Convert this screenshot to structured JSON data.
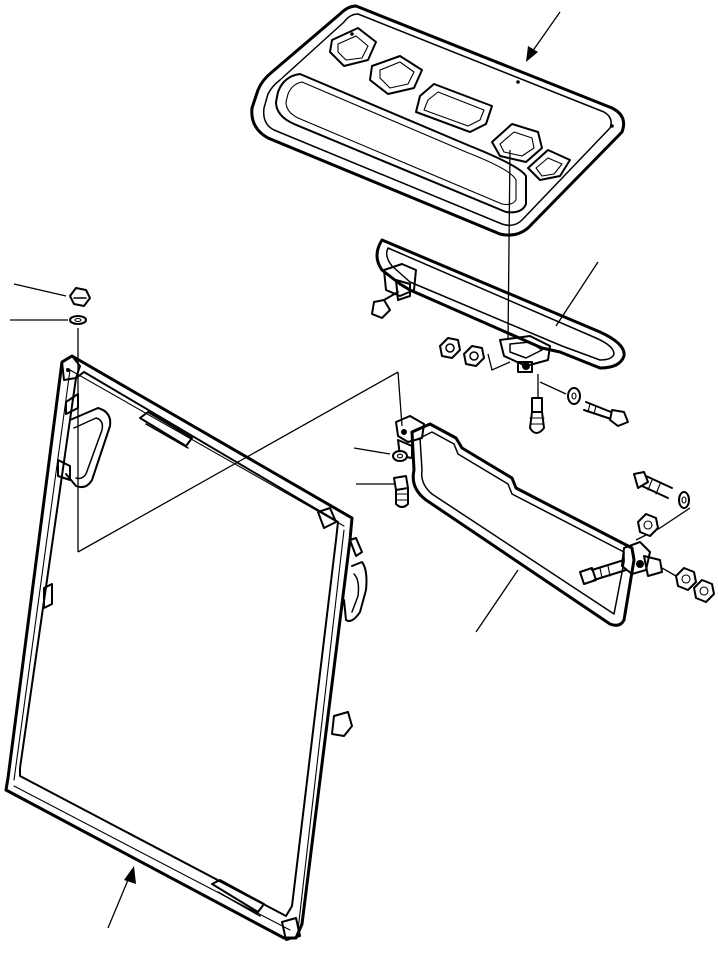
{
  "diagram": {
    "type": "exploded-parts-view",
    "labels_printed": false,
    "callouts": [
      {
        "id": "roof-panel",
        "icon": "arrow-leader"
      },
      {
        "id": "upper-hinge-bracket",
        "icon": "leader"
      },
      {
        "id": "nut-top-left",
        "icon": "leader"
      },
      {
        "id": "washer-top-left",
        "icon": "leader"
      },
      {
        "id": "lower-latch-bracket",
        "icon": "leader"
      },
      {
        "id": "washer-center",
        "icon": "leader"
      },
      {
        "id": "bolt-center",
        "icon": "leader"
      },
      {
        "id": "window-frame",
        "icon": "arrow-leader"
      }
    ]
  }
}
